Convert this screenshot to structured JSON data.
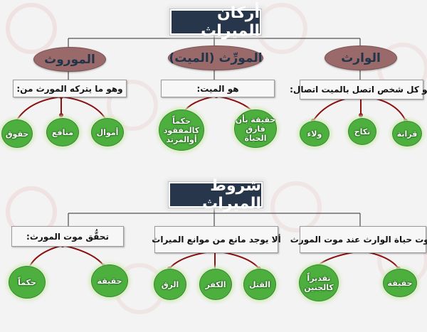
{
  "sections": {
    "inheritance_pillars": {
      "title": "أركان الميراث",
      "heir": {
        "label": "الوارث",
        "definition": "هو كل شخص اتصل بالميت اتصال:",
        "items": [
          "قرابة",
          "نكاح",
          "ولاء"
        ]
      },
      "deceased": {
        "label": "المورِّث (الميت)",
        "definition": "هو الميت:",
        "items": [
          "حقيقة بأن فارق الحياة",
          "حكماً كالمفقود أوالمرتد"
        ]
      },
      "estate": {
        "label": "الموروث",
        "definition": "وهو ما يتركه المورث من:",
        "items": [
          "أموال",
          "منافع",
          "حقوق"
        ]
      }
    },
    "inheritance_conditions": {
      "title": "شروط الميراث",
      "heir_alive": {
        "definition": "ثبوت حياة الوارث عند موت المورث",
        "items": [
          "حقيقة",
          "تقديراً كالجنين"
        ]
      },
      "no_impediment": {
        "definition": "ألا يوجد مانع من موانع الميراث",
        "items": [
          "القتل",
          "الكفر",
          "الرق"
        ]
      },
      "death_confirmed": {
        "definition": "تحقُّق موت المورث:",
        "items": [
          "حقيقة",
          "حكماً"
        ]
      }
    }
  },
  "colors": {
    "title_bg": "#27364a",
    "category_ellipse": "#9a6a6a",
    "leaf_green": "#4caf3e",
    "connector": "#2b2b2b",
    "branch": "#8c1010"
  }
}
